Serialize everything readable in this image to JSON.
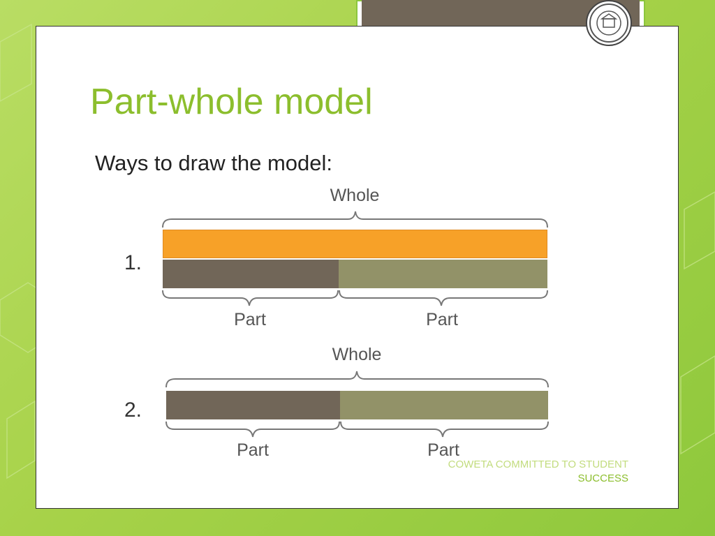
{
  "slide": {
    "title": "Part-whole model",
    "subtitle": "Ways to draw the model:"
  },
  "models": [
    {
      "number": "1.",
      "whole_label": "Whole",
      "part_labels": [
        "Part",
        "Part"
      ],
      "whole_color": "#f7a128",
      "part_colors": [
        "#716658",
        "#929268"
      ]
    },
    {
      "number": "2.",
      "whole_label": "Whole",
      "part_labels": [
        "Part",
        "Part"
      ],
      "part_colors": [
        "#716658",
        "#929268"
      ]
    }
  ],
  "footer": {
    "line1": "COWETA COMMITTED TO STUDENT",
    "line2": "SUCCESS"
  },
  "colors": {
    "accent": "#8cbe2d",
    "header_fill": "#716658",
    "background": "#a7d249"
  },
  "icons": {
    "logo": "school-district-seal-icon"
  }
}
